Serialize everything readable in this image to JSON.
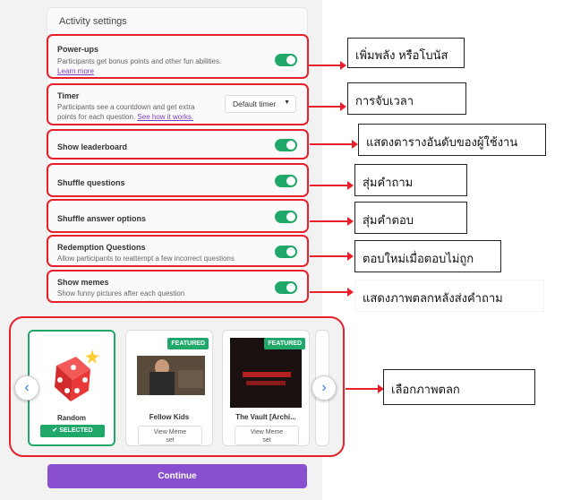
{
  "settings": {
    "title": "Activity settings",
    "rows": [
      {
        "title": "Power-ups",
        "desc": "Participants get bonus points and other fun abilities.",
        "link": "Learn more",
        "toggle_on": true
      },
      {
        "title": "Timer",
        "desc_line1": "Participants see a countdown and get extra",
        "desc_line2": "points for each question.",
        "link": "See how it works.",
        "dropdown": "Default timer"
      },
      {
        "title": "Show leaderboard",
        "toggle_on": true
      },
      {
        "title": "Shuffle questions",
        "toggle_on": true
      },
      {
        "title": "Shuffle answer options",
        "toggle_on": true
      },
      {
        "title": "Redemption Questions",
        "desc": "Allow participants to reattempt a few incorrect questions",
        "toggle_on": true
      },
      {
        "title": "Show memes",
        "desc": "Show funny pictures after each question",
        "toggle_on": true
      }
    ]
  },
  "callouts": [
    "เพิ่มพลัง หรือโบนัส",
    "การจับเวลา",
    "แสดงตารางอันดับของผู้ใช้งาน",
    "สุ่มคำถาม",
    "สุ่มคำตอบ",
    "ตอบใหม่เมื่อตอบไม่ถูก",
    "แสดงภาพตลกหลังส่งคำถาม",
    "เลือกภาพตลก"
  ],
  "memes": [
    {
      "name": "Random",
      "selected_label": "SELECTED"
    },
    {
      "name": "Fellow Kids",
      "featured": "FEATURED",
      "view_line1": "View Meme",
      "view_line2": "set"
    },
    {
      "name": "The Vault [Archi...",
      "featured": "FEATURED",
      "view_line1": "View Meme",
      "view_line2": "set"
    }
  ],
  "continue_label": "Continue",
  "colors": {
    "accent": "#8a4fd1",
    "toggle": "#1fa86a",
    "highlight": "#e8202a",
    "link": "#7b3fc4"
  }
}
